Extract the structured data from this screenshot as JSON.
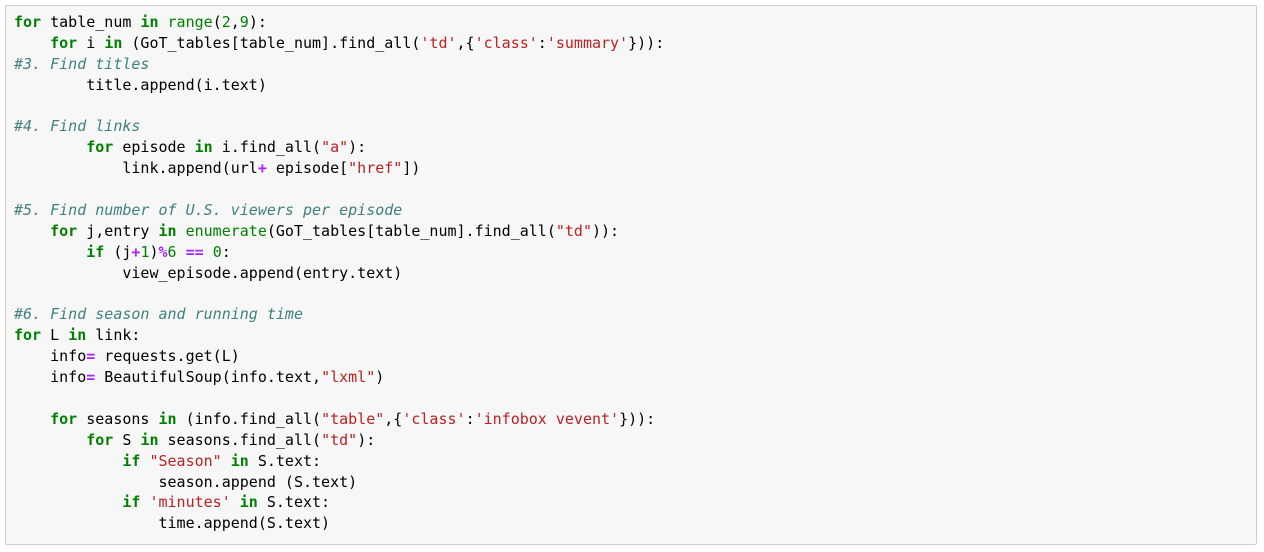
{
  "colors": {
    "keyword": "#008000",
    "string": "#ba2121",
    "operator": "#aa22ff",
    "comment": "#408080",
    "cell_background": "#f7f7f7",
    "cell_border": "#cfcfcf"
  },
  "code_lines": [
    [
      [
        "k",
        "for"
      ],
      [
        "p",
        " table_num "
      ],
      [
        "k",
        "in"
      ],
      [
        "p",
        " "
      ],
      [
        "b",
        "range"
      ],
      [
        "p",
        "("
      ],
      [
        "n",
        "2"
      ],
      [
        "p",
        ","
      ],
      [
        "n",
        "9"
      ],
      [
        "p",
        "):"
      ]
    ],
    [
      [
        "p",
        "    "
      ],
      [
        "k",
        "for"
      ],
      [
        "p",
        " i "
      ],
      [
        "k",
        "in"
      ],
      [
        "p",
        " (GoT_tables[table_num].find_all("
      ],
      [
        "s",
        "'td'"
      ],
      [
        "p",
        ",{"
      ],
      [
        "s",
        "'class'"
      ],
      [
        "p",
        ":"
      ],
      [
        "s",
        "'summary'"
      ],
      [
        "p",
        "})):"
      ]
    ],
    [
      [
        "c",
        "#3. Find titles"
      ]
    ],
    [
      [
        "p",
        "        title.append(i.text)"
      ]
    ],
    [
      [
        "p",
        ""
      ]
    ],
    [
      [
        "c",
        "#4. Find links"
      ]
    ],
    [
      [
        "p",
        "        "
      ],
      [
        "k",
        "for"
      ],
      [
        "p",
        " episode "
      ],
      [
        "k",
        "in"
      ],
      [
        "p",
        " i.find_all("
      ],
      [
        "s",
        "\"a\""
      ],
      [
        "p",
        "):"
      ]
    ],
    [
      [
        "p",
        "            link.append(url"
      ],
      [
        "o",
        "+"
      ],
      [
        "p",
        " episode["
      ],
      [
        "s",
        "\"href\""
      ],
      [
        "p",
        "])"
      ]
    ],
    [
      [
        "p",
        ""
      ]
    ],
    [
      [
        "c",
        "#5. Find number of U.S. viewers per episode"
      ]
    ],
    [
      [
        "p",
        "    "
      ],
      [
        "k",
        "for"
      ],
      [
        "p",
        " j,entry "
      ],
      [
        "k",
        "in"
      ],
      [
        "p",
        " "
      ],
      [
        "b",
        "enumerate"
      ],
      [
        "p",
        "(GoT_tables[table_num].find_all("
      ],
      [
        "s",
        "\"td\""
      ],
      [
        "p",
        "))"
      ],
      [
        "p",
        ":"
      ]
    ],
    [
      [
        "p",
        "        "
      ],
      [
        "k",
        "if"
      ],
      [
        "p",
        " (j"
      ],
      [
        "o",
        "+"
      ],
      [
        "n",
        "1"
      ],
      [
        "p",
        ")"
      ],
      [
        "o",
        "%"
      ],
      [
        "n",
        "6"
      ],
      [
        "p",
        " "
      ],
      [
        "o",
        "=="
      ],
      [
        "p",
        " "
      ],
      [
        "n",
        "0"
      ],
      [
        "p",
        ":"
      ]
    ],
    [
      [
        "p",
        "            view_episode.append(entry.text)"
      ]
    ],
    [
      [
        "p",
        ""
      ]
    ],
    [
      [
        "c",
        "#6. Find season and running time"
      ]
    ],
    [
      [
        "k",
        "for"
      ],
      [
        "p",
        " L "
      ],
      [
        "k",
        "in"
      ],
      [
        "p",
        " link:"
      ]
    ],
    [
      [
        "p",
        "    info"
      ],
      [
        "o",
        "="
      ],
      [
        "p",
        " requests.get(L)"
      ]
    ],
    [
      [
        "p",
        "    info"
      ],
      [
        "o",
        "="
      ],
      [
        "p",
        " BeautifulSoup(info.text,"
      ],
      [
        "s",
        "\"lxml\""
      ],
      [
        "p",
        ")"
      ]
    ],
    [
      [
        "p",
        ""
      ]
    ],
    [
      [
        "p",
        "    "
      ],
      [
        "k",
        "for"
      ],
      [
        "p",
        " seasons "
      ],
      [
        "k",
        "in"
      ],
      [
        "p",
        " (info.find_all("
      ],
      [
        "s",
        "\"table\""
      ],
      [
        "p",
        ",{"
      ],
      [
        "s",
        "'class'"
      ],
      [
        "p",
        ":"
      ],
      [
        "s",
        "'infobox vevent'"
      ],
      [
        "p",
        "})):"
      ]
    ],
    [
      [
        "p",
        "        "
      ],
      [
        "k",
        "for"
      ],
      [
        "p",
        " S "
      ],
      [
        "k",
        "in"
      ],
      [
        "p",
        " seasons.find_all("
      ],
      [
        "s",
        "\"td\""
      ],
      [
        "p",
        "):"
      ]
    ],
    [
      [
        "p",
        "            "
      ],
      [
        "k",
        "if"
      ],
      [
        "p",
        " "
      ],
      [
        "s",
        "\"Season\""
      ],
      [
        "p",
        " "
      ],
      [
        "k",
        "in"
      ],
      [
        "p",
        " S.text:"
      ]
    ],
    [
      [
        "p",
        "                season.append (S.text)"
      ]
    ],
    [
      [
        "p",
        "            "
      ],
      [
        "k",
        "if"
      ],
      [
        "p",
        " "
      ],
      [
        "s",
        "'minutes'"
      ],
      [
        "p",
        " "
      ],
      [
        "k",
        "in"
      ],
      [
        "p",
        " S.text:"
      ]
    ],
    [
      [
        "p",
        "                time.append(S.text)"
      ]
    ]
  ]
}
